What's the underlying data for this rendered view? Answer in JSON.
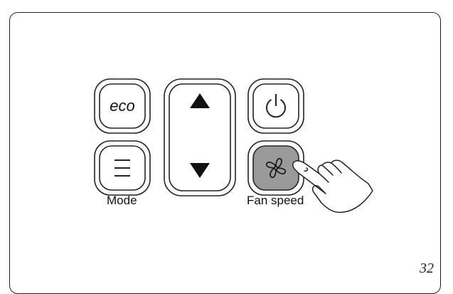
{
  "panel": {
    "buttons": {
      "eco": {
        "label": "eco"
      },
      "mode": {
        "label": "Mode"
      },
      "temperature": {
        "up": "up-arrow",
        "down": "down-arrow"
      },
      "power": {
        "icon": "power-icon"
      },
      "fan_speed": {
        "label": "Fan speed",
        "state": "pressed"
      }
    }
  },
  "page_number": "32",
  "colors": {
    "outline": "#222222",
    "pressed_fill": "#9a9a9a"
  }
}
